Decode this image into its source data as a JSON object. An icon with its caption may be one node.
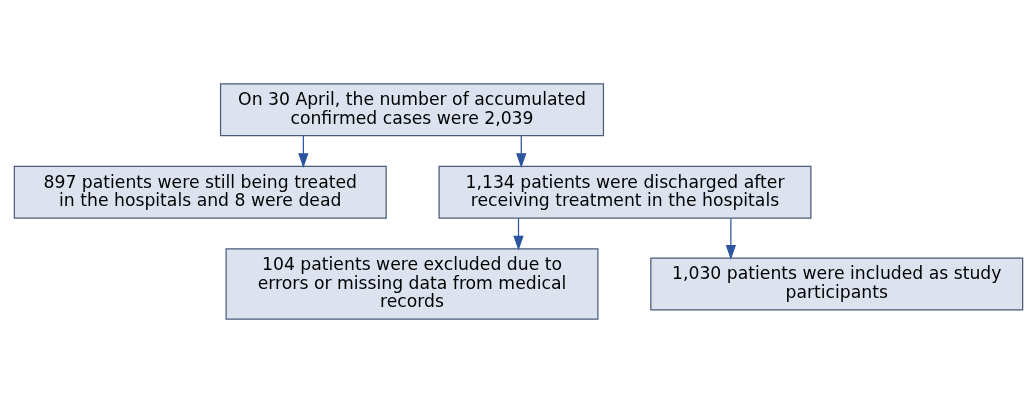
{
  "diagram": {
    "nodes": [
      {
        "text": [
          "On 30 April, the number of accumulated confirmed cases were 2,039"
        ]
      },
      {
        "text": [
          "897 patients were still being treated in the hospitals and 8 were dead"
        ]
      },
      {
        "text": [
          "1,134 patients were discharged after receiving treatment in the hospitals"
        ]
      },
      {
        "text": [
          "104 patients were excluded due to errors or missing data from medical records"
        ]
      },
      {
        "text": [
          "1,030 patients were included as study participants"
        ]
      }
    ],
    "edges": [
      {
        "from": 0,
        "to": 2,
        "arrow": "to"
      },
      {
        "from": 0,
        "to": 1,
        "arrow": "to"
      },
      {
        "from": 2,
        "to": 4,
        "arrow": "to"
      },
      {
        "from": 2,
        "to": 3,
        "arrow": "to"
      }
    ]
  }
}
